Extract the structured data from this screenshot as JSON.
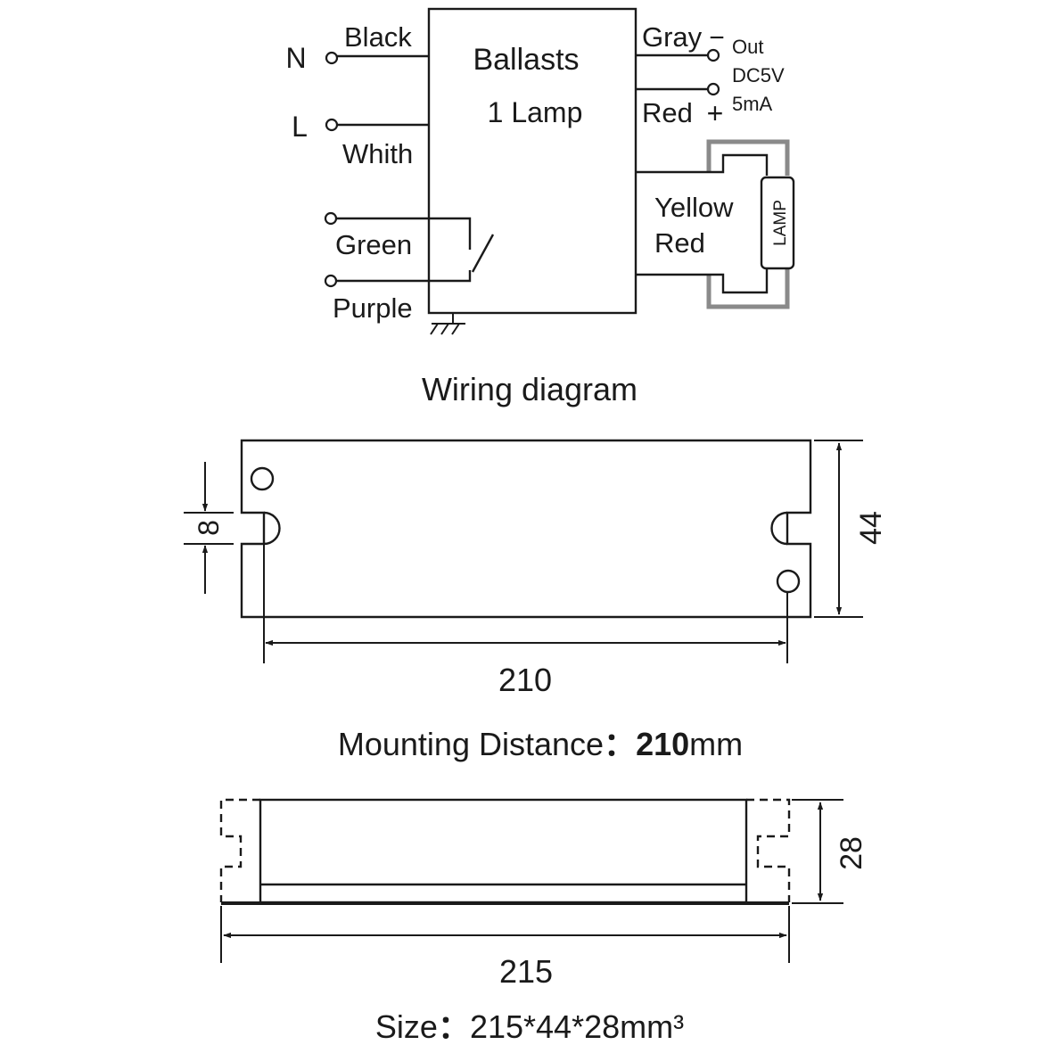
{
  "wiring": {
    "input_n": "N",
    "input_l": "L",
    "wire_black": "Black",
    "wire_white": "Whith",
    "wire_green": "Green",
    "wire_purple": "Purple",
    "ballast_title": "Ballasts",
    "ballast_subtitle": "1 Lamp",
    "wire_gray": "Gray",
    "minus_sign": "−",
    "wire_red_out": "Red",
    "plus_sign": "+",
    "output_label": "Out",
    "output_voltage": "DC5V",
    "output_current": "5mA",
    "wire_yellow": "Yellow",
    "wire_red_lamp": "Red",
    "lamp_label": "LAMP",
    "caption": "Wiring diagram"
  },
  "mounting": {
    "hole_dim": "8",
    "height_dim": "44",
    "width_dim": "210",
    "caption_label": "Mounting  Distance",
    "caption_separator": "：",
    "caption_value": "210",
    "caption_unit": "mm"
  },
  "size": {
    "length_dim": "215",
    "thickness_dim": "28",
    "caption_label": "Size",
    "caption_separator": "：",
    "caption_value": "215*44*28mm³"
  },
  "colors": {
    "line": "#1a1a1a",
    "lamp_wire": "#8a8a8a",
    "background": "#ffffff"
  }
}
